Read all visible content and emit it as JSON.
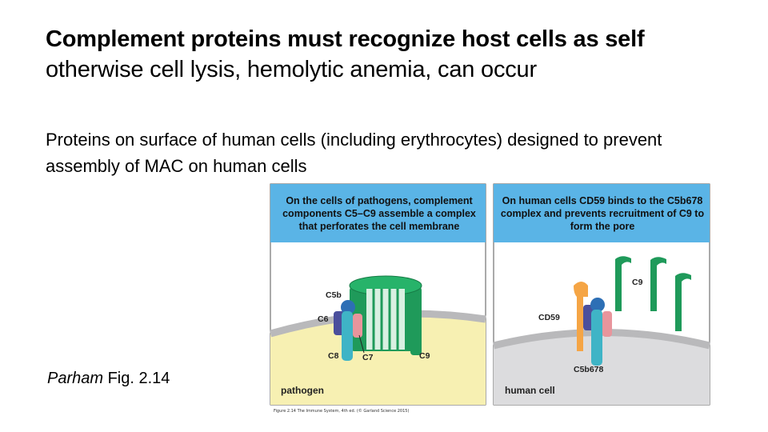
{
  "slide": {
    "title_bold": "Complement proteins must recognize host cells as self",
    "title_rest": "otherwise cell lysis, hemolytic anemia, can occur",
    "body": "Proteins on surface of human cells (including erythrocytes) designed to prevent assembly of MAC on human cells",
    "citation_author": "Parham",
    "citation_ref": " Fig. 2.14"
  },
  "figure": {
    "left_panel": {
      "header": "On the cells of pathogens, complement components C5–C9 assemble a complex that perforates the cell membrane",
      "labels": {
        "c5b": "C5b",
        "c6": "C6",
        "c8": "C8",
        "c7": "C7",
        "c9": "C9"
      },
      "cell_label": "pathogen"
    },
    "right_panel": {
      "header": "On human cells CD59 binds to the C5b678 complex and prevents recruitment of C9 to form the pore",
      "labels": {
        "c9": "C9",
        "cd59": "CD59",
        "c5b678": "C5b678"
      },
      "cell_label": "human cell"
    },
    "footnote": "Figure 2.14 The Immune System, 4th ed. (© Garland Science 2015)",
    "colors": {
      "header_blue": "#5ab4e6",
      "pathogen_fill": "#f7f0b2",
      "human_cell_fill": "#dcdcde",
      "membrane_gray": "#b9b9bb",
      "c9_green": "#1f9a5a",
      "c5b_blue": "#2d6fb5",
      "c6_purple": "#4b4f9c",
      "c7_pink": "#e8959c",
      "c8_teal": "#3fb4c6",
      "cd59_orange": "#f5a545"
    }
  }
}
